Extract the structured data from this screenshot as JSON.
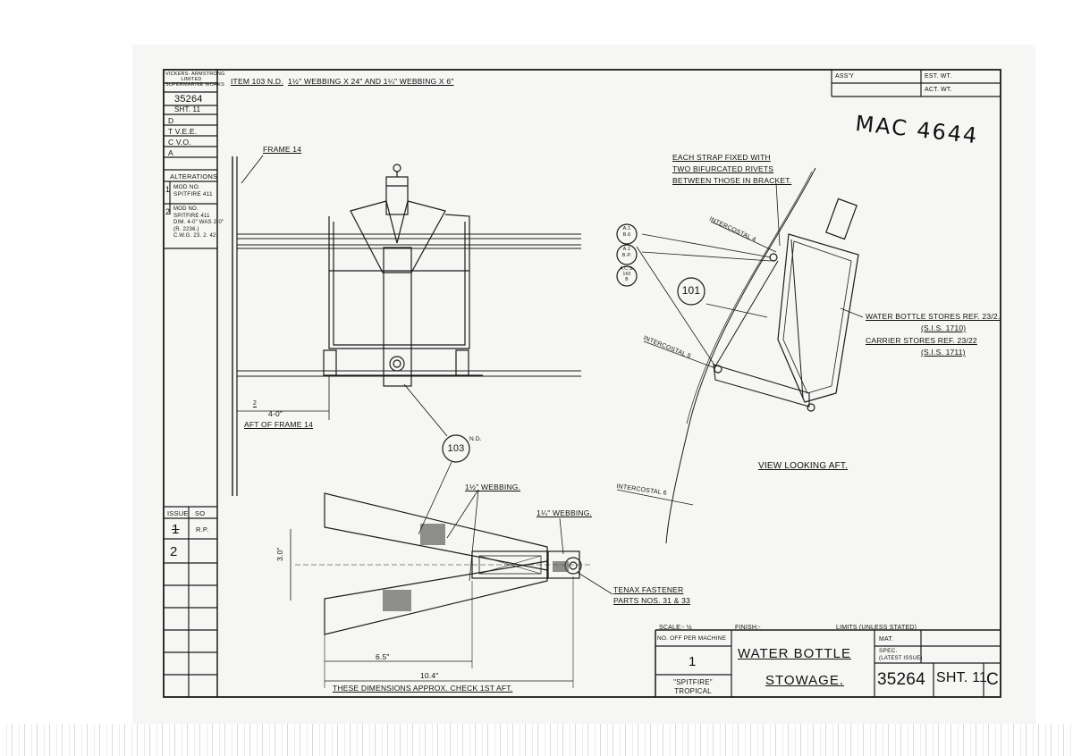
{
  "company": [
    "VICKERS- ARMSTRONG",
    "LIMITED",
    "SUPERMARINE WORKS"
  ],
  "drawing_no": "35264",
  "sheet_short": "SHT. 11",
  "left_block": {
    "row_d": "D",
    "row_t": "T  V.E.E.",
    "row_c": "C  V.O.",
    "row_a": "A",
    "alterations_title": "ALTERATIONS",
    "alt1_num": "1",
    "alt1_text": [
      "MOD NO.",
      "SPITFIRE 411"
    ],
    "alt2_num": "2",
    "alt2_text": [
      "MOD NO.",
      "SPITFIRE 411",
      "DIM. 4-0\" WAS 2-0\"",
      "(R. 2236.)",
      "C.W.G. 23. 2. 42."
    ],
    "issue_label": "ISSUE",
    "so_label": "SO",
    "issue1": "1",
    "issue1_so": "R.P.",
    "issue2": "2"
  },
  "header": {
    "item": "ITEM 103 N.D.",
    "item_desc": "1½\" WEBBING x 24\" AND 1¼\" WEBBING x 6\"",
    "assy_label": "ASS'Y",
    "est_wt": "EST. WT.",
    "act_wt": "ACT. WT."
  },
  "handwritten": "MAC 4644",
  "front_view": {
    "frame14": "FRAME 14",
    "dim_4_0": "4-0\"",
    "aft_frame14": "AFT OF FRAME 14",
    "alt_marker": "2"
  },
  "side_view": {
    "strap_note": [
      "EACH STRAP FIXED WITH",
      "TWO BIFURCATED RIVETS",
      "BETWEEN THOSE IN BRACKET."
    ],
    "intercostal4": "INTERCOSTAL 4",
    "intercostal5": "INTERCOSTAL 5",
    "intercostal6": "INTERCOSTAL 6",
    "balloon_101": "101",
    "balloons": [
      [
        "A.1",
        "B.6"
      ],
      [
        "A.1",
        "B.P."
      ],
      [
        "A.C.S.",
        "160",
        "B"
      ]
    ],
    "water_bottle_ref": "WATER BOTTLE STORES REF. 23/2.",
    "water_bottle_sis": "(S.I.S. 1710)",
    "carrier_ref": "CARRIER STORES REF. 23/22",
    "carrier_sis": "(S.I.S. 1711)",
    "view_caption": "VIEW LOOKING AFT."
  },
  "webbing_view": {
    "balloon_103": "103",
    "balloon_nd": "N.D.",
    "webbing_1_5": "1½\" WEBBING.",
    "webbing_1_25": "1¼\" WEBBING.",
    "tenax": "TENAX FASTENER",
    "tenax_parts": "PARTS NOS. 31 & 33",
    "dim_3_0": "3.0\"",
    "dim_6_5": "6.5\"",
    "dim_10_4": "10.4\"",
    "dims_note": "THESE DIMENSIONS APPROX. CHECK 1ST AFT."
  },
  "title_block": {
    "scale": "SCALE:- ½",
    "finish": "FINISH:-",
    "limits": "LIMITS (UNLESS STATED)",
    "no_off": "NO. OFF PER MACHINE",
    "qty": "1",
    "spitfire": "\"SPITFIRE\"",
    "tropical": "TROPICAL",
    "title1": "WATER BOTTLE",
    "title2": "STOWAGE.",
    "mat": "MAT.",
    "spec": "SPEC.",
    "latest_issue": "(LATEST ISSUE)",
    "drawing_no": "35264",
    "sheet": "SHT. 11",
    "revision": "C"
  }
}
